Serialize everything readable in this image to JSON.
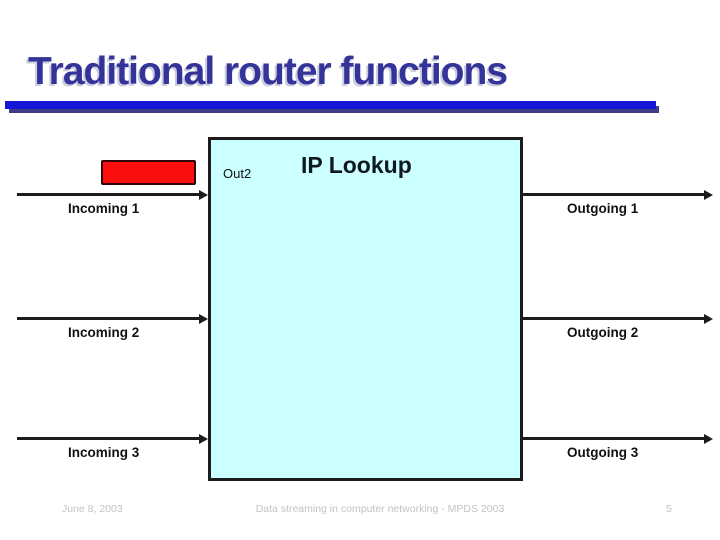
{
  "title": "Traditional router functions",
  "box": {
    "title": "IP Lookup",
    "port_label": "Out2"
  },
  "icons": {
    "packet": "red-rectangle",
    "flow_arrowheads": "arrow-right"
  },
  "incoming": [
    {
      "label": "Incoming 1"
    },
    {
      "label": "Incoming 2"
    },
    {
      "label": "Incoming 3"
    }
  ],
  "outgoing": [
    {
      "label": "Outgoing 1"
    },
    {
      "label": "Outgoing 2"
    },
    {
      "label": "Outgoing 3"
    }
  ],
  "footer": {
    "date": "June 8, 2003",
    "center": "Data streaming in computer networking - MPDS 2003",
    "page": "5"
  },
  "colors": {
    "title_color": "#333399",
    "title_shadow": "#ccccdd",
    "rule_color": "#1515d6",
    "rule_shadow": "#3d3d85",
    "box_fill": "#ccffff",
    "box_title_color": "#101820",
    "line_color": "#1c1c1c",
    "packet_fill": "#fb0e0e",
    "packet_border": "#330404",
    "label_color": "#111111",
    "footer_color": "#c2c2c2"
  }
}
